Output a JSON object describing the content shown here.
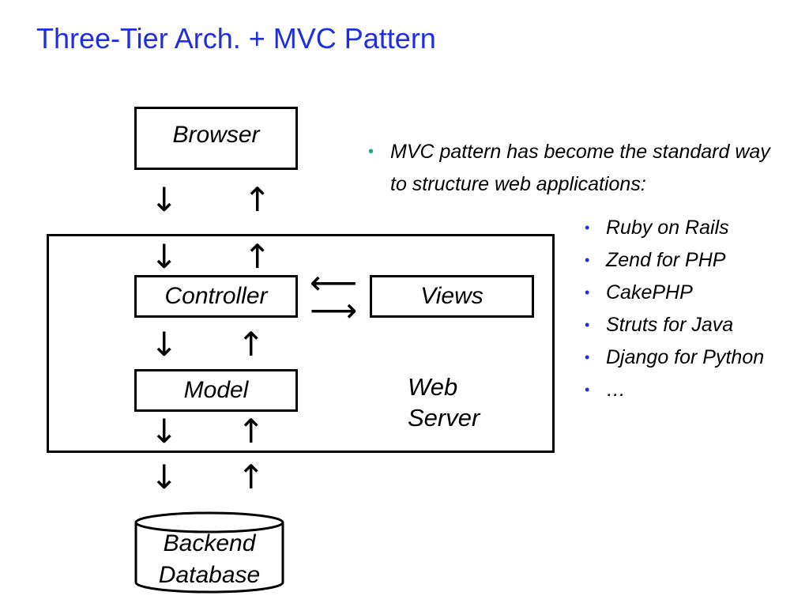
{
  "slide": {
    "title": "Three-Tier Arch. + MVC Pattern"
  },
  "diagram": {
    "browser": "Browser",
    "controller": "Controller",
    "views": "Views",
    "model": "Model",
    "web_server": [
      "Web",
      "Server"
    ],
    "database": [
      "Backend",
      "Database"
    ],
    "arrows": {
      "down": "↓",
      "up": "↑",
      "left": "⟵",
      "right": "⟶"
    }
  },
  "bullets": {
    "main": "MVC pattern has become the standard way to structure web applications:",
    "bullet_char": "•",
    "items": [
      "Ruby on Rails",
      "Zend for PHP",
      "CakePHP",
      "Struts for Java",
      "Django for Python",
      "…"
    ]
  },
  "colors": {
    "title": "#1f2ee0",
    "main_bullet": "#1aa88a",
    "sub_bullet": "#1f2ee0"
  }
}
